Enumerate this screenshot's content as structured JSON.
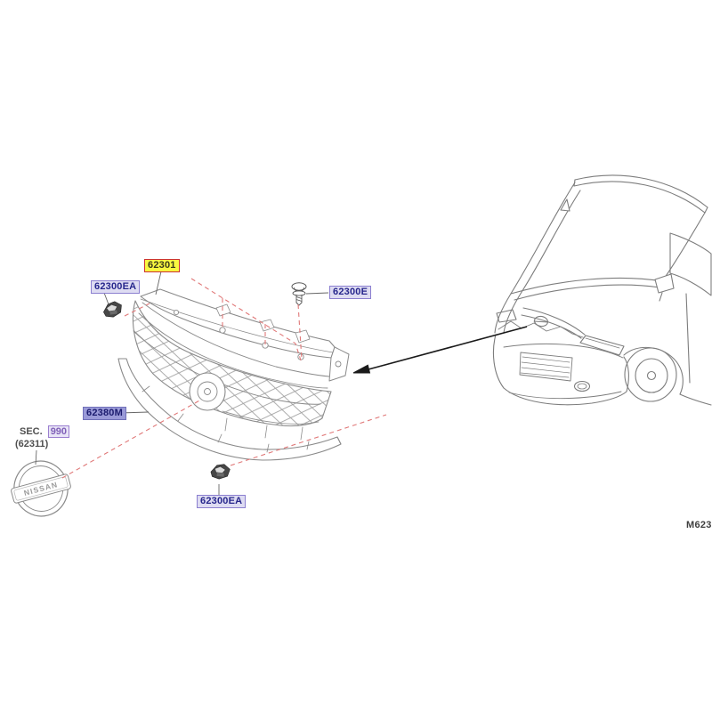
{
  "diagram": {
    "part_labels": {
      "p62301": "62301",
      "p62300ea_top": "62300EA",
      "p62300e": "62300E",
      "p62380m": "62380M",
      "p62300ea_bottom": "62300EA"
    },
    "section_ref": {
      "prefix": "SEC.",
      "number": "990",
      "sub": "(62311)"
    },
    "sheet_code": "M623",
    "emblem_text": "NISSAN",
    "colors": {
      "highlight_bg": "#f8f840",
      "highlight_border": "#cc3333",
      "label_bg": "#dedcf2",
      "label_selected_bg": "#9a9ad8",
      "label_border": "#8b7fd0",
      "label_text": "#26268c",
      "leader_red": "#e07878",
      "drawing_gray": "#8a8a8a",
      "arrow_black": "#1a1a1a"
    }
  }
}
